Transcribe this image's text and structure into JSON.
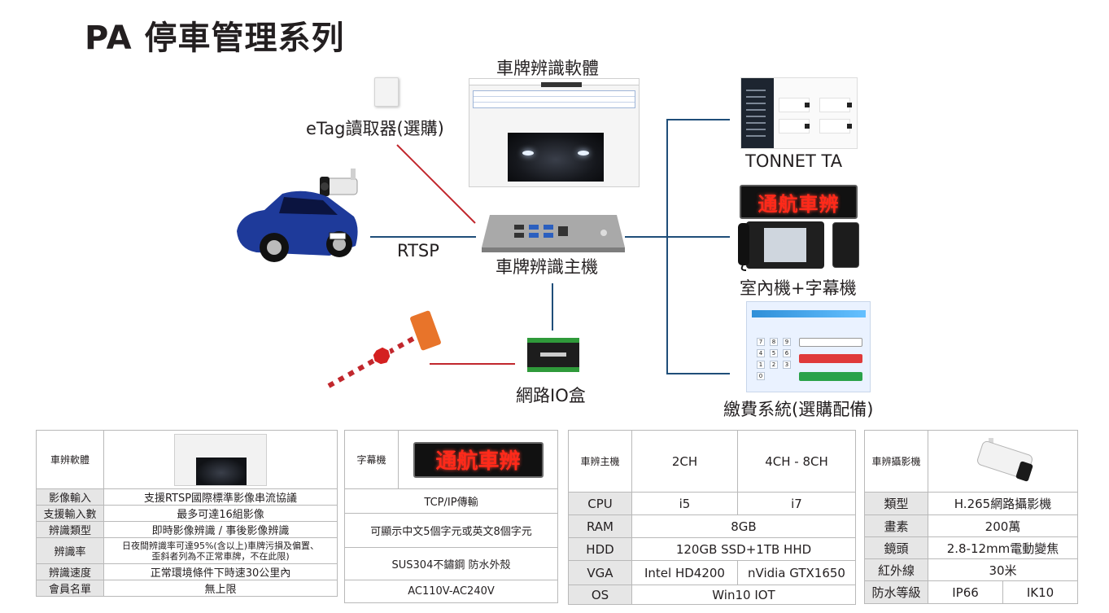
{
  "title": "PA 停車管理系列",
  "labels": {
    "software": "車牌辨識軟體",
    "etag": "eTag讀取器(選購)",
    "rtsp": "RTSP",
    "host": "車牌辨識主機",
    "io_box": "網路IO盒",
    "tonnet": "TONNET TA",
    "indoor": "室內機+字幕機",
    "payment": "繳費系統(選購配備)"
  },
  "led_sign_text": "通航車辨",
  "colors": {
    "blue_line": "#1f4e79",
    "red_line": "#c1272d",
    "led_text": "#ff2a1a"
  },
  "tables": {
    "software": {
      "header": "車辨軟體",
      "rows": [
        {
          "label": "影像輸入",
          "value": "支援RTSP國際標準影像串流協議"
        },
        {
          "label": "支援輸入數",
          "value": "最多可達16組影像"
        },
        {
          "label": "辨識類型",
          "value": "即時影像辨識 / 事後影像辨識"
        },
        {
          "label": "辨識率",
          "value_line1": "日夜間辨識率可達95%(含以上)車牌污損及偏置、",
          "value_line2": "歪斜者列為不正常車牌，不在此限)"
        },
        {
          "label": "辨識速度",
          "value": "正常環境條件下時速30公里內"
        },
        {
          "label": "會員名單",
          "value": "無上限"
        }
      ]
    },
    "led": {
      "header": "字幕機",
      "rows": [
        "TCP/IP傳輸",
        "可顯示中文5個字元或英文8個字元",
        "SUS304不鏽鋼 防水外殼",
        "AC110V-AC240V"
      ]
    },
    "host": {
      "header": "車辨主機",
      "col1": "2CH",
      "col2": "4CH - 8CH",
      "rows": [
        {
          "label": "CPU",
          "v1": "i5",
          "v2": "i7"
        },
        {
          "label": "RAM",
          "span": "8GB"
        },
        {
          "label": "HDD",
          "span": "120GB SSD+1TB HHD"
        },
        {
          "label": "VGA",
          "v1": "Intel HD4200",
          "v2": "nVidia GTX1650"
        },
        {
          "label": "OS",
          "span": "Win10 IOT"
        }
      ]
    },
    "camera": {
      "header": "車辨攝影機",
      "rows": [
        {
          "label": "類型",
          "value": "H.265網路攝影機"
        },
        {
          "label": "畫素",
          "value": "200萬"
        },
        {
          "label": "鏡頭",
          "value": "2.8-12mm電動變焦"
        },
        {
          "label": "紅外線",
          "value": "30米"
        },
        {
          "label": "防水等級",
          "v1": "IP66",
          "v2": "IK10"
        }
      ]
    }
  }
}
